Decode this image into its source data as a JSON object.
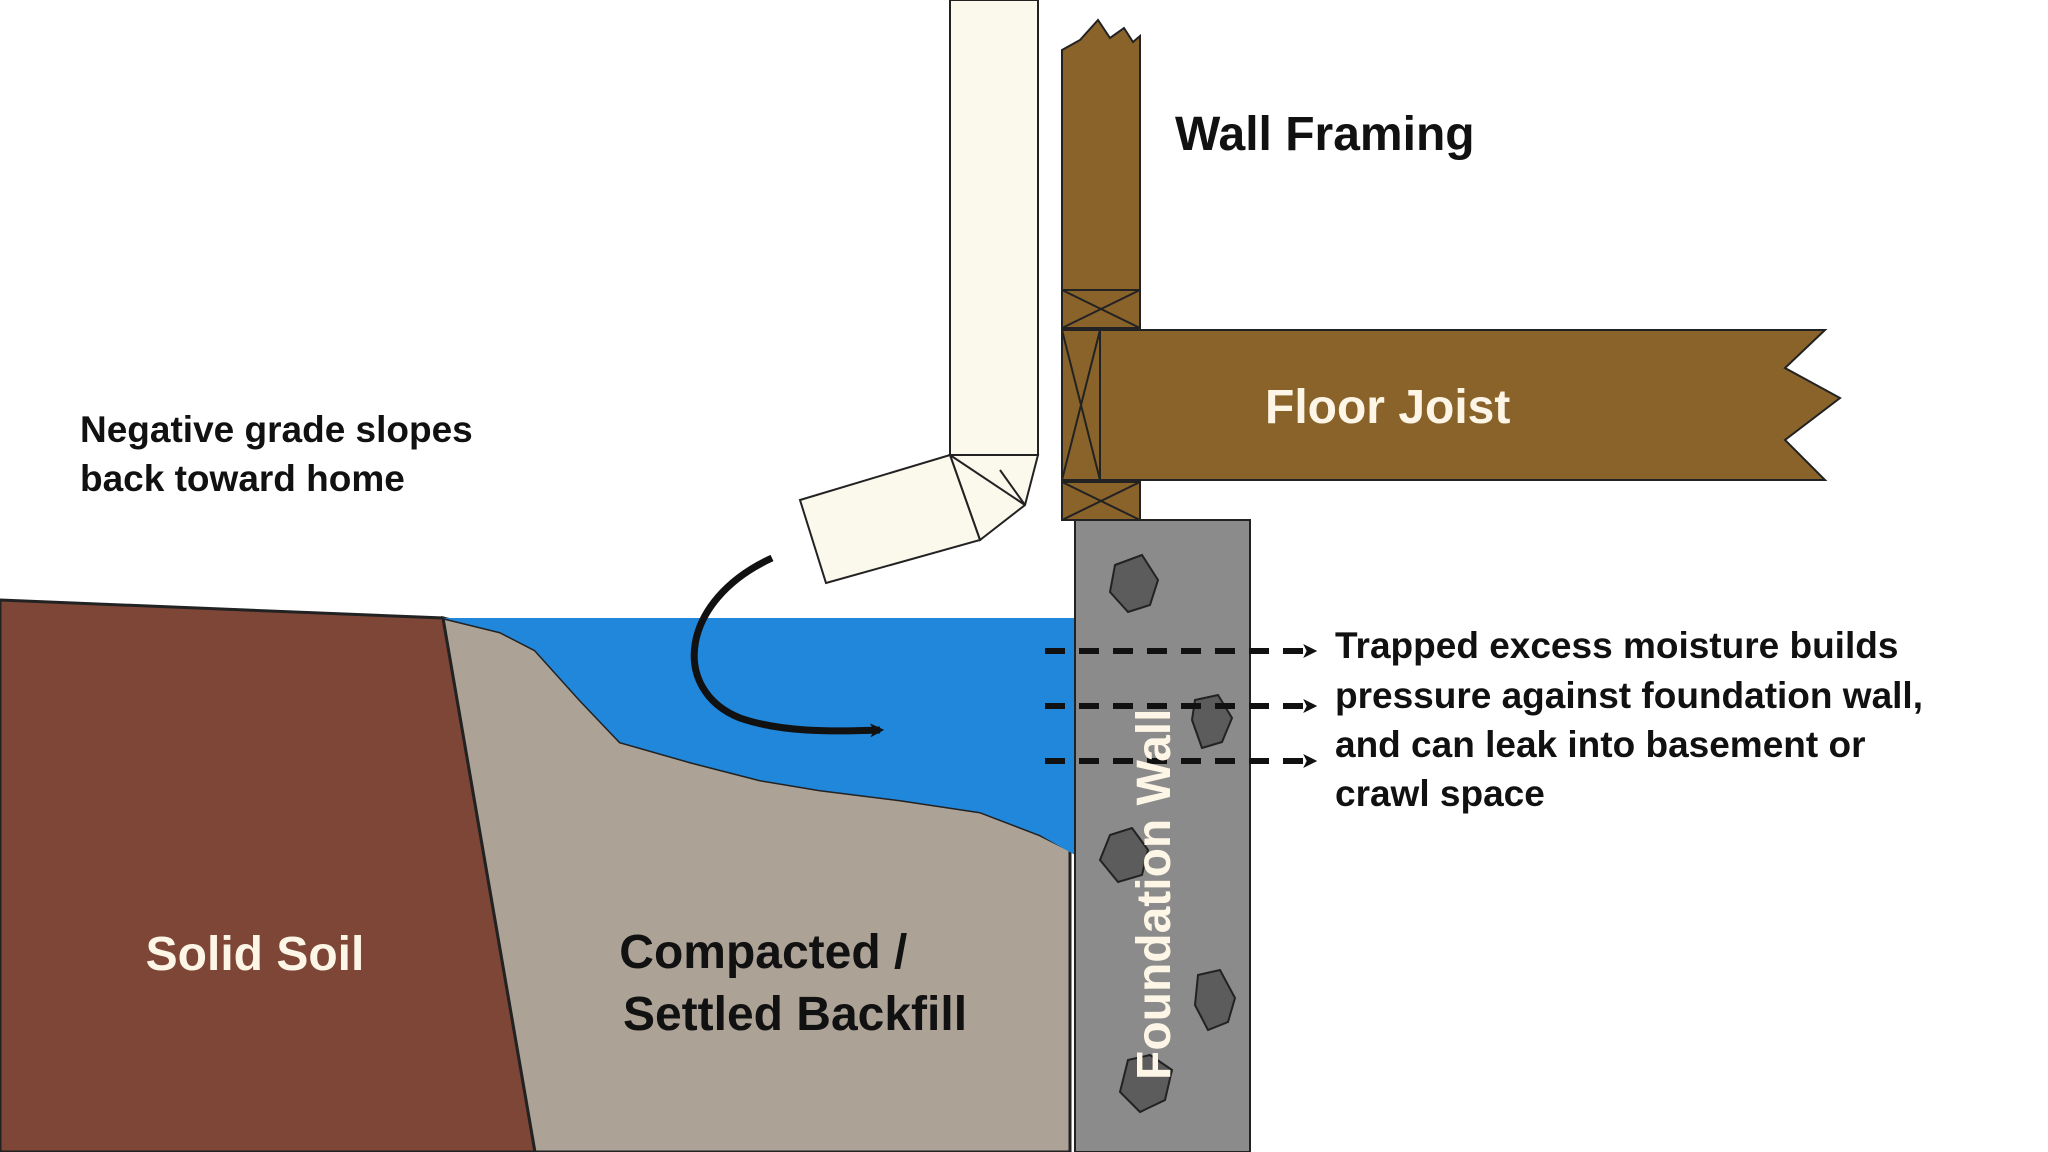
{
  "labels": {
    "wall_framing": "Wall Framing",
    "floor_joist": "Floor Joist",
    "negative_grade": [
      "Negative grade slopes",
      "back toward home"
    ],
    "solid_soil": "Solid Soil",
    "backfill": [
      "Compacted /",
      "Settled Backfill"
    ],
    "foundation_wall": "Foundation Wall",
    "moisture_note": [
      "Trapped excess moisture builds",
      "pressure against foundation wall,",
      "and can leak into basement or",
      "crawl space"
    ]
  },
  "colors": {
    "soil": "#7e4637",
    "backfill": "#aca396",
    "water": "#2187db",
    "wood": "#8a632b",
    "concrete": "#8b8b8b",
    "rock": "#5c5c5c",
    "downspout": "#fbf8ec",
    "label_light": "#fdf6e6",
    "label_dark": "#111111"
  },
  "icons": {
    "flow_arrow": "curved-arrow-icon",
    "pressure_arrow": "dashed-arrow-icon"
  }
}
